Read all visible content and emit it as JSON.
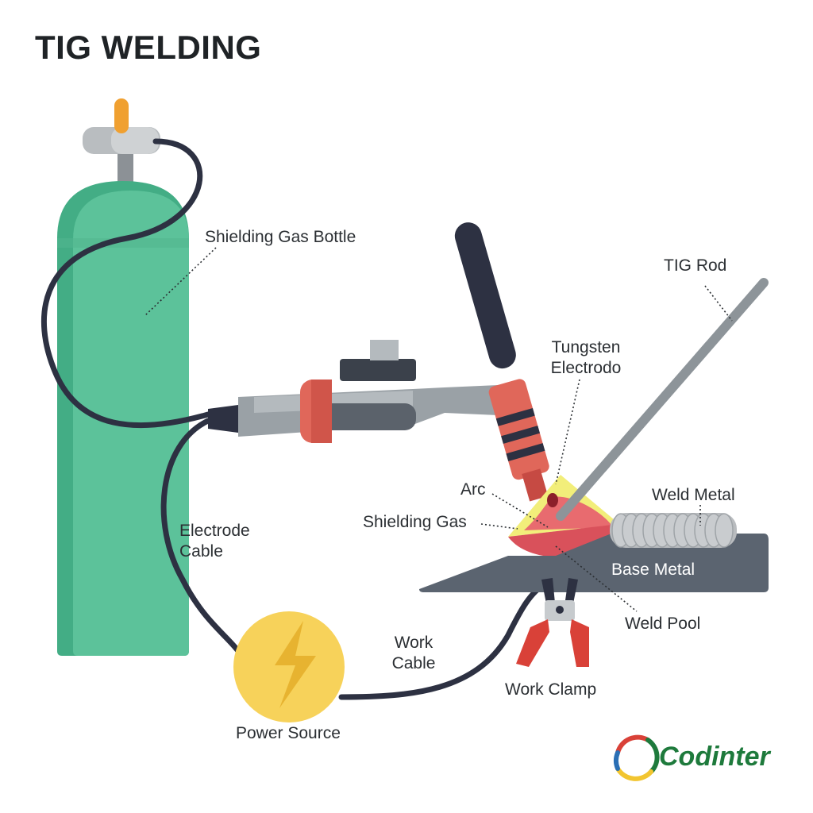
{
  "title": "TIG WELDING",
  "labels": {
    "shielding_gas_bottle": "Shielding Gas Bottle",
    "tig_rod": "TIG Rod",
    "tungsten_electrode_line1": "Tungsten",
    "tungsten_electrode_line2": "Electrodo",
    "arc": "Arc",
    "weld_metal": "Weld Metal",
    "shielding_gas": "Shielding Gas",
    "base_metal": "Base Metal",
    "electrode_cable_line1": "Electrode",
    "electrode_cable_line2": "Cable",
    "weld_pool": "Weld Pool",
    "work_cable_line1": "Work",
    "work_cable_line2": "Cable",
    "work_clamp": "Work Clamp",
    "power_source": "Power Source"
  },
  "brand": {
    "name": "Codinter",
    "logo_icon": "codinter-swirl-logo"
  },
  "icons": {
    "power": "lightning-bolt-icon"
  },
  "colors": {
    "cylinder": "#5cc29a",
    "cylinder_dark": "#43ad85",
    "valve_tip": "#f0a030",
    "cable": "#2d3142",
    "torch_gray": "#9aa1a6",
    "torch_red": "#e0675a",
    "shielding_gas": "#f2ee7a",
    "weld_pool": "#d9515b",
    "base_metal": "#5b6470",
    "weld_metal": "#b9bcbf",
    "power_source": "#f7d25a",
    "power_bolt": "#e7b330",
    "clamp_red": "#d94138",
    "brand_green": "#1e7a3c"
  }
}
